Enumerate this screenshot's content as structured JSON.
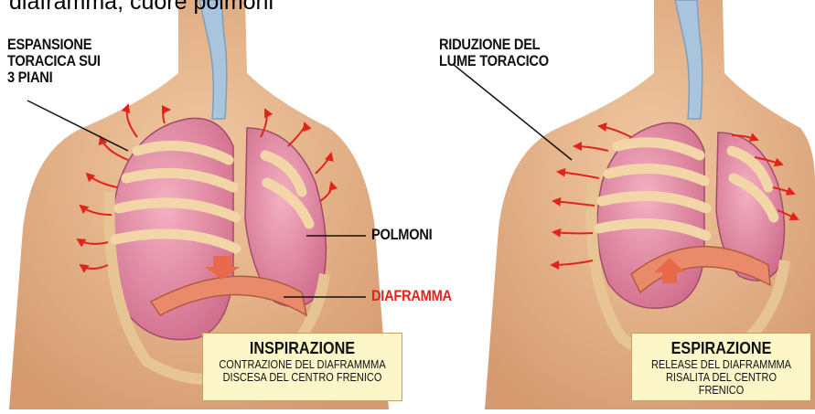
{
  "caption": "diaframma, cuore polmoni",
  "left": {
    "annotation": "ESPANSIONE\nTORACICA SUI\n3 PIANI",
    "box_title": "INSPIRAZIONE",
    "box_line1": "CONTRAZIONE DEL DIAFRAMMMA",
    "box_line2": "DISCESA DEL CENTRO FRENICO"
  },
  "right": {
    "annotation": "RIDUZIONE DEL\nLUME TORACICO",
    "box_title": "ESPIRAZIONE",
    "box_line1": "RELEASE DEL DIAFRAMMMA",
    "box_line2": "RISALITA DEL CENTRO FRENICO"
  },
  "labels": {
    "lungs": "POLMONI",
    "diaphragm": "DIAFRAMMA"
  },
  "colors": {
    "skin": "#e8b98f",
    "lung": "#e58da6",
    "rib": "#f3d6a8",
    "arrow": "#e2231a",
    "diaphragm_label": "#e2231a",
    "box_bg": "#fdf6c8"
  }
}
